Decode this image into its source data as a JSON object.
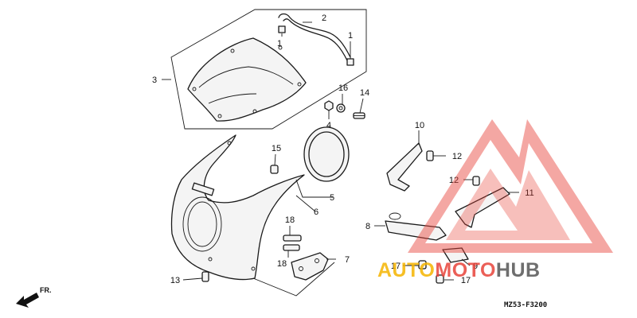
{
  "diagram": {
    "part_code": "MZ53-F3200",
    "direction_label": "FR.",
    "callouts": [
      {
        "id": "c1a",
        "label": "1"
      },
      {
        "id": "c1b",
        "label": "1"
      },
      {
        "id": "c2",
        "label": "2"
      },
      {
        "id": "c3",
        "label": "3"
      },
      {
        "id": "c4",
        "label": "4"
      },
      {
        "id": "c5",
        "label": "5"
      },
      {
        "id": "c6",
        "label": "6"
      },
      {
        "id": "c7",
        "label": "7"
      },
      {
        "id": "c8",
        "label": "8"
      },
      {
        "id": "c9",
        "label": "9"
      },
      {
        "id": "c10",
        "label": "10"
      },
      {
        "id": "c11",
        "label": "11"
      },
      {
        "id": "c12a",
        "label": "12"
      },
      {
        "id": "c12b",
        "label": "12"
      },
      {
        "id": "c13",
        "label": "13"
      },
      {
        "id": "c14",
        "label": "14"
      },
      {
        "id": "c15",
        "label": "15"
      },
      {
        "id": "c16",
        "label": "16"
      },
      {
        "id": "c17a",
        "label": "17"
      },
      {
        "id": "c17b",
        "label": "17"
      },
      {
        "id": "c18a",
        "label": "18"
      },
      {
        "id": "c18b",
        "label": "18"
      }
    ]
  },
  "watermark": {
    "brand_part1": "AUTO",
    "brand_part2": "MOTO",
    "brand_part3": "HUB",
    "colors": {
      "triangle": "#e8443a",
      "yellow": "#f5b400",
      "red": "#e8443a",
      "grey": "#555555"
    }
  }
}
